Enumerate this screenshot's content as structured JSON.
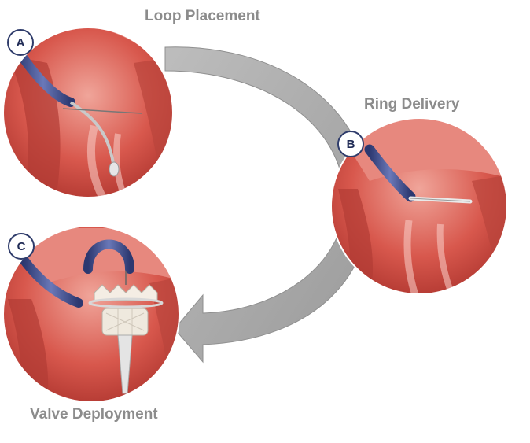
{
  "steps": [
    {
      "badge": "A",
      "title": "Loop Placement"
    },
    {
      "badge": "B",
      "title": "Ring Delivery"
    },
    {
      "badge": "C",
      "title": "Valve Deployment"
    }
  ],
  "colors": {
    "arrow": "#a9a9a9",
    "badge_border": "#2f3c6b",
    "title_text": "#8c8c8c",
    "tissue": "#d8584d",
    "catheter": "#3f4f8f"
  }
}
